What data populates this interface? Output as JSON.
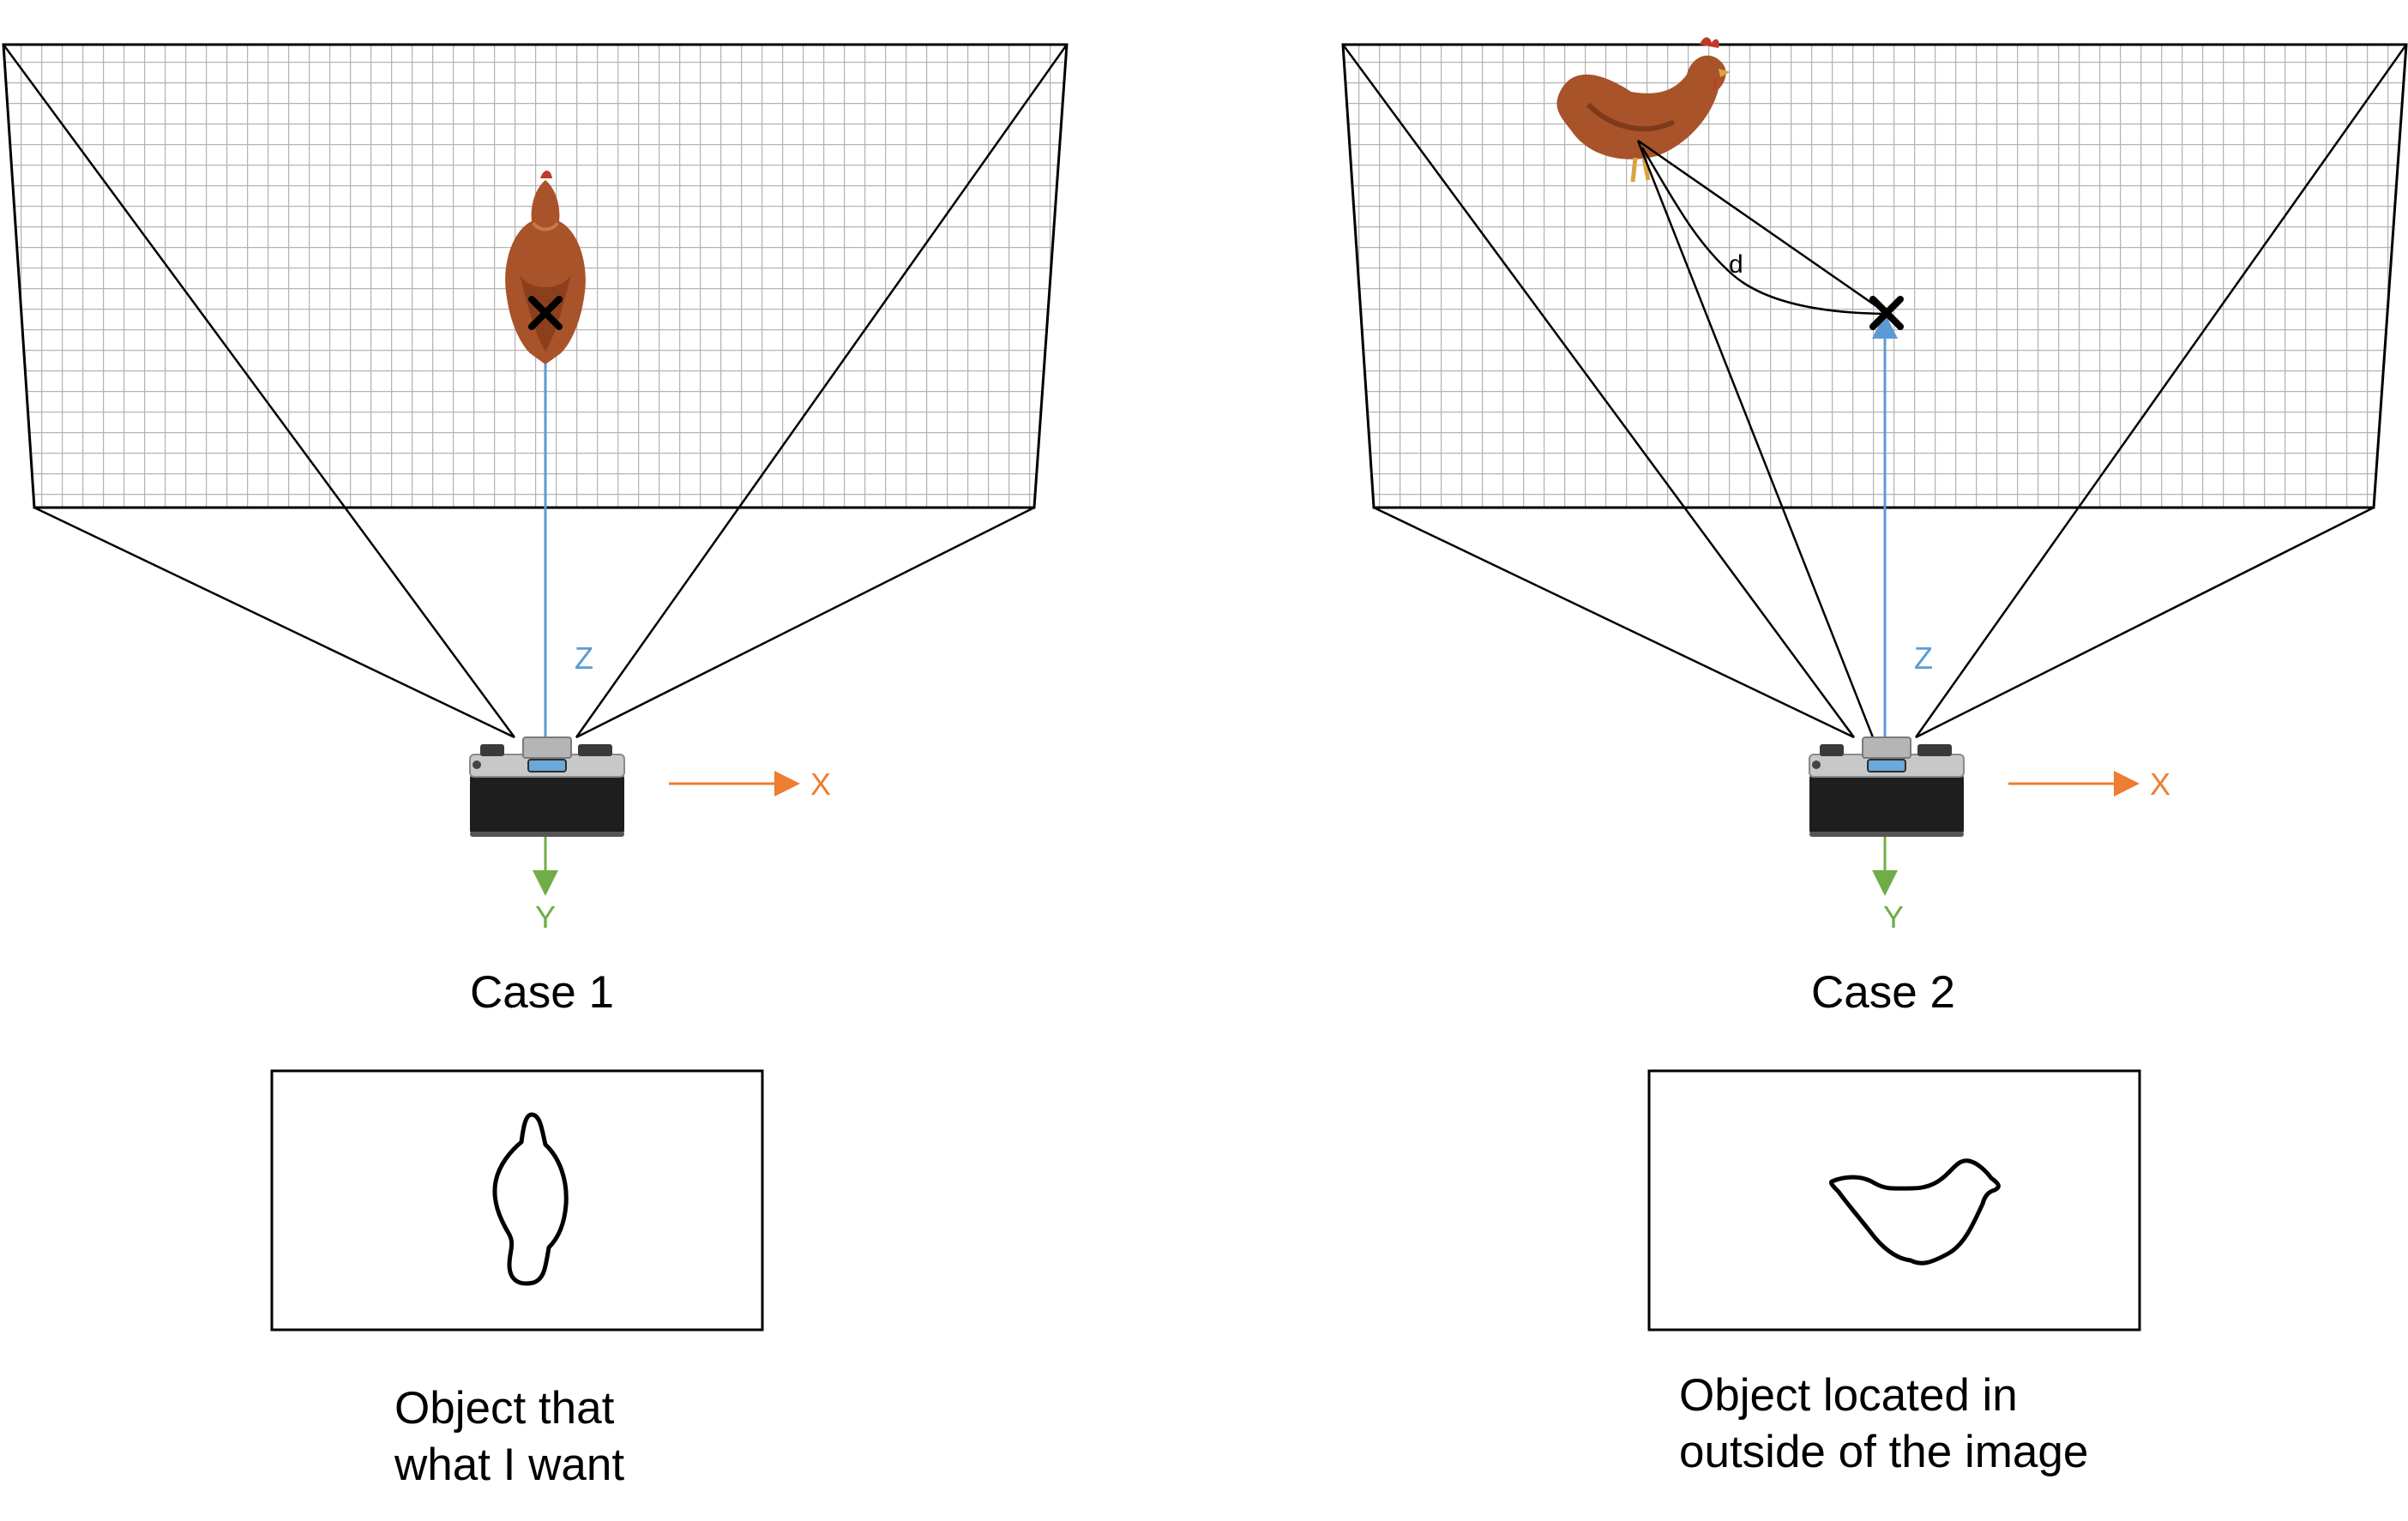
{
  "colors": {
    "z_axis": "#5b9bd5",
    "x_axis": "#ed7d31",
    "y_axis": "#70ad47",
    "grid": "#b4b4b4",
    "line": "#000000",
    "chicken_body": "#a8532a",
    "chicken_comb": "#c0392b"
  },
  "icons": [
    "grid-plane",
    "camera-icon",
    "chicken-image",
    "target-cross-icon",
    "chicken-outline-icon"
  ],
  "case1": {
    "title": "Case 1",
    "axis_z": "Z",
    "axis_x": "X",
    "axis_y": "Y",
    "caption_line1": "Object that",
    "caption_line2": "what I want"
  },
  "case2": {
    "title": "Case 2",
    "axis_z": "Z",
    "axis_x": "X",
    "axis_y": "Y",
    "distance_label": "d",
    "caption_line1": "Object located in",
    "caption_line2": "outside of the image"
  }
}
